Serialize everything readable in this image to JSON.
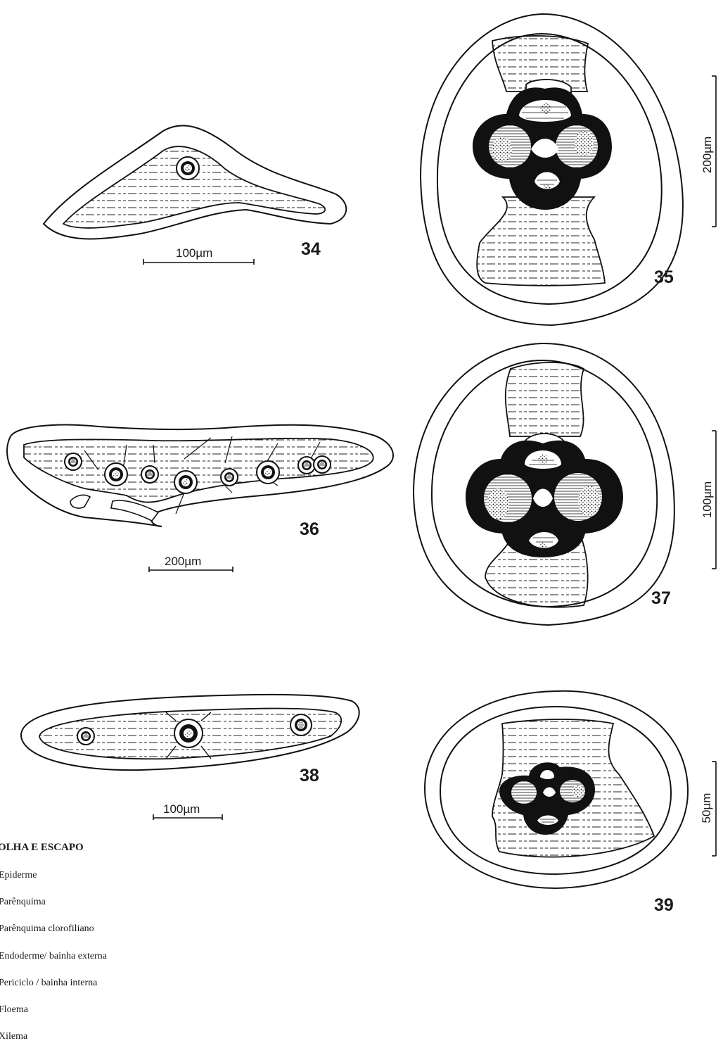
{
  "figures": {
    "fig34": {
      "number": "34",
      "scale_label": "100µm"
    },
    "fig35": {
      "number": "35",
      "scale_label": "200µm"
    },
    "fig36": {
      "number": "36",
      "scale_label": "200µm"
    },
    "fig37": {
      "number": "37",
      "scale_label": "100µm"
    },
    "fig38": {
      "number": "38",
      "scale_label": "100µm"
    },
    "fig39": {
      "number": "39",
      "scale_label": "50µm"
    }
  },
  "legend": {
    "title": "OLHA E ESCAPO",
    "items": [
      "Epiderme",
      "Parênquima",
      "Parênquima clorofiliano",
      "Endoderme/ bainha externa",
      "Periciclo / bainha interna",
      "Floema",
      "Xilema"
    ]
  }
}
